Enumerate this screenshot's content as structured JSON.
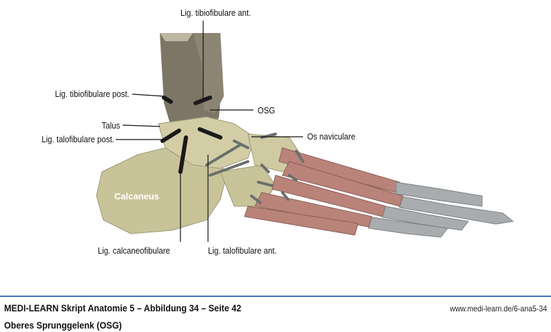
{
  "labels": {
    "tibiofib_ant": "Lig. tibiofibulare ant.",
    "tibiofib_post": "Lig. tibiofibulare post.",
    "osg": "OSG",
    "talus": "Talus",
    "talofib_post": "Lig. talofibulare post.",
    "naviculare": "Os naviculare",
    "calcaneus": "Calcaneus",
    "calcaneofib": "Lig. calcaneofibulare",
    "talofib_ant": "Lig. talofibulare ant."
  },
  "footer": {
    "title": "MEDI-LEARN Skript Anatomie 5 – Abbildung 34 – Seite 42",
    "subtitle": "Oberes Sprunggelenk (OSG)",
    "url": "www.medi-learn.de/6-ana5-34"
  },
  "colors": {
    "bone": "#c9c39a",
    "tibia": "#7d7666",
    "metatarsal": "#b9837a",
    "phalanx": "#a9acae",
    "rule": "#3c78b4"
  }
}
